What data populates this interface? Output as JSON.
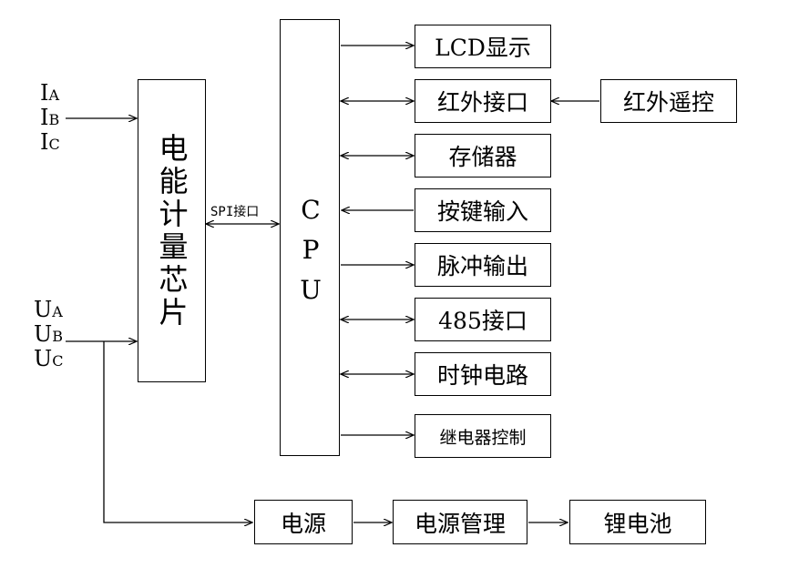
{
  "inputs": {
    "current": [
      {
        "main": "I",
        "sub": "A"
      },
      {
        "main": "I",
        "sub": "B"
      },
      {
        "main": "I",
        "sub": "C"
      }
    ],
    "voltage": [
      {
        "main": "U",
        "sub": "A"
      },
      {
        "main": "U",
        "sub": "B"
      },
      {
        "main": "U",
        "sub": "C"
      }
    ]
  },
  "metering_chip": {
    "label": "电能计量芯片"
  },
  "spi_label": "SPI接口",
  "cpu": {
    "letters": [
      "C",
      "P",
      "U"
    ]
  },
  "peripherals": {
    "lcd": "LCD显示",
    "ir_interface": "红外接口",
    "ir_remote": "红外遥控",
    "storage": "存储器",
    "key_input": "按键输入",
    "pulse_output": "脉冲输出",
    "rs485": "485接口",
    "clock": "时钟电路",
    "relay": "继电器控制"
  },
  "power_chain": {
    "power": "电源",
    "power_mgmt": "电源管理",
    "battery": "锂电池"
  }
}
